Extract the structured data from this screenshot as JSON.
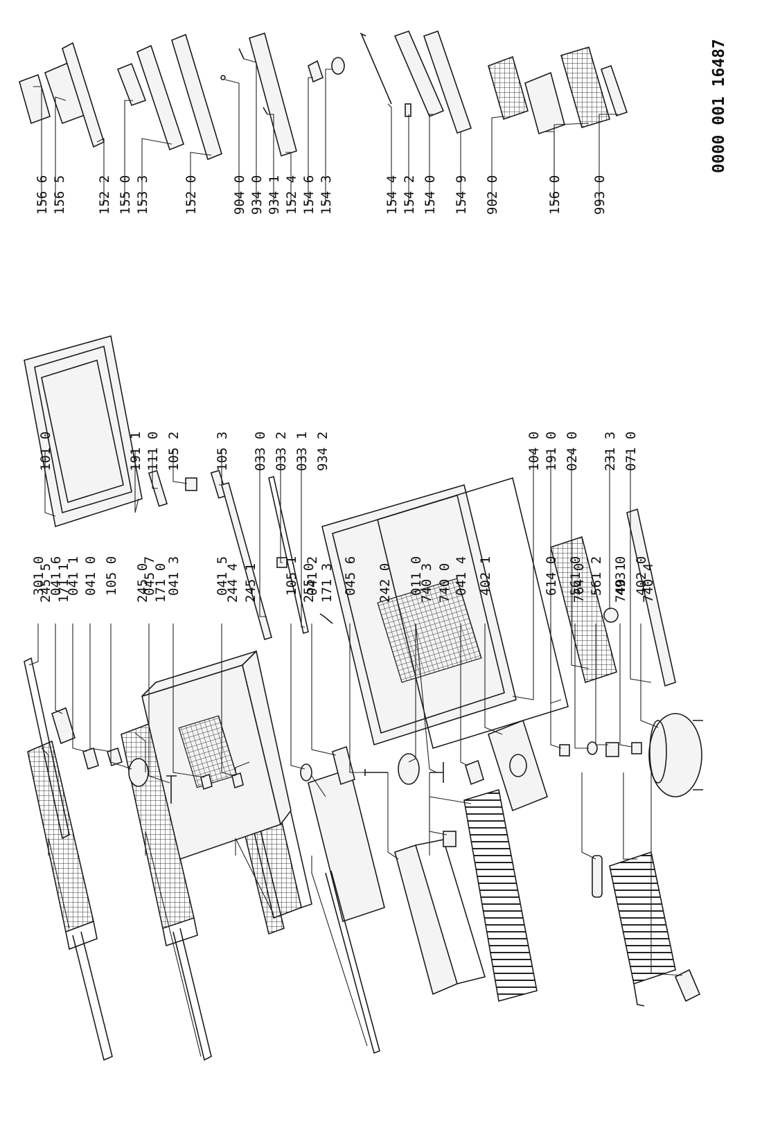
{
  "document_number": "0000 001 16487",
  "colors": {
    "ink": "#1a1a1a",
    "paper": "#ffffff"
  },
  "groups": {
    "shelves": [
      "245 5",
      "171 1",
      "245 0",
      "171 0",
      "244 4",
      "245 1",
      "255 0",
      "171 3",
      "242 0",
      "740 3",
      "740 0",
      "764 0",
      "740 1",
      "740 4"
    ],
    "cabinet": [
      "301 0",
      "041 6",
      "041 1",
      "041 0",
      "105 0",
      "045 7",
      "041 3",
      "041 5",
      "105 1",
      "041 2",
      "045 6",
      "011 0",
      "041 4",
      "402 1",
      "614 0",
      "561 0",
      "561 2",
      "493 0",
      "402 0"
    ],
    "doors": [
      "101 0",
      "191 1",
      "111 0",
      "105 2",
      "105 3",
      "033 0",
      "033 2",
      "033 1",
      "934 2",
      "104 0",
      "191 0",
      "024 0",
      "231 3",
      "071 0"
    ],
    "accessories": [
      "156 6",
      "156 5",
      "152 2",
      "155 0",
      "153 3",
      "152 0",
      "904 0",
      "934 0",
      "934 1",
      "152 4",
      "154 6",
      "154 3",
      "154 4",
      "154 2",
      "154 0",
      "154 9",
      "902 0",
      "156 0",
      "993 0"
    ]
  }
}
